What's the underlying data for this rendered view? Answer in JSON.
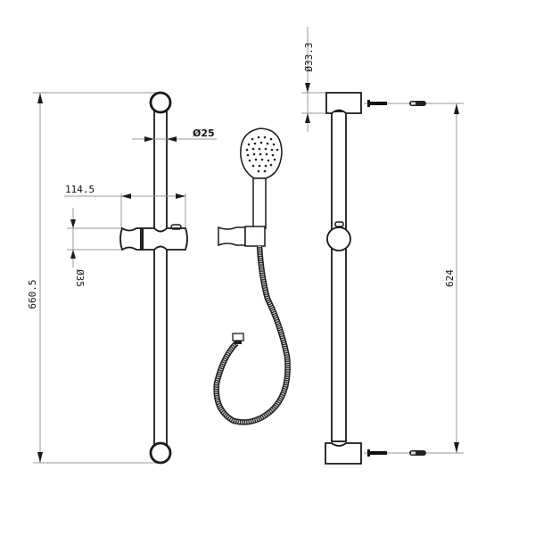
{
  "drawing": {
    "title": "Shower slide rail kit technical drawing",
    "colors": {
      "line": "#1a1a1a",
      "dimension": "#9a9a9a",
      "background": "#ffffff"
    },
    "views": {
      "front": {
        "dimensions": {
          "overall_height": "660.5",
          "rail_diameter": "Ø25",
          "bracket_width": "114.5",
          "bracket_diameter": "Ø35"
        }
      },
      "handset": {
        "parts": [
          "hand shower head",
          "wall holder",
          "flexible hose",
          "hose nut"
        ]
      },
      "side": {
        "dimensions": {
          "end_diameter": "Ø33.3",
          "fixing_centres": "624"
        },
        "parts": [
          "top bracket",
          "rail",
          "slider knob",
          "bottom bracket",
          "screw",
          "wall plug"
        ]
      }
    }
  }
}
